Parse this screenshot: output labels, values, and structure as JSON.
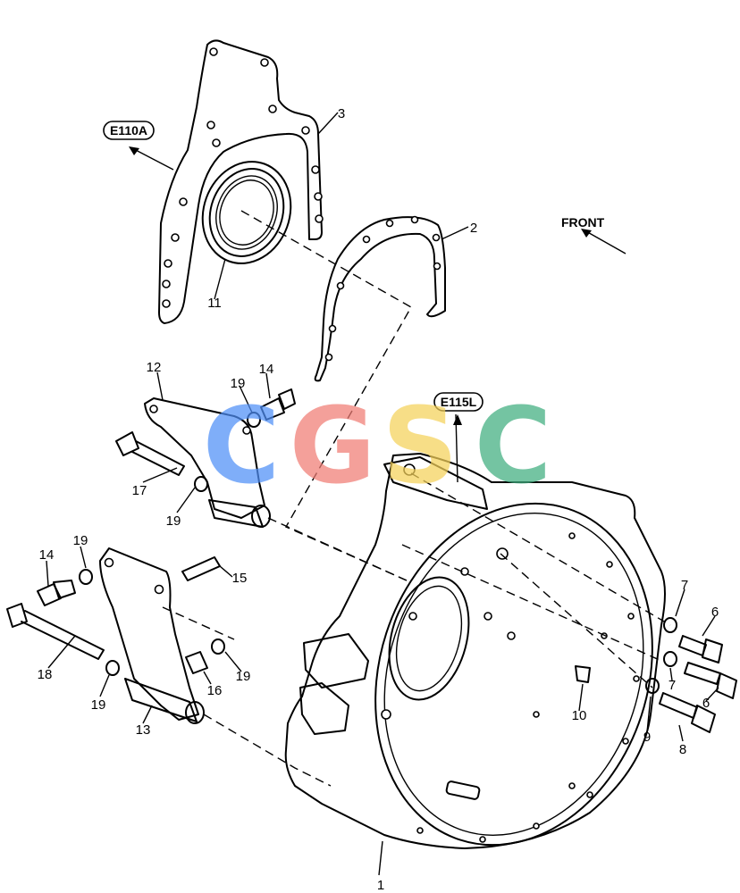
{
  "diagram": {
    "front_label": "FRONT",
    "reference_labels": [
      "E110A",
      "E115L"
    ],
    "callouts": {
      "p1": "1",
      "p2": "2",
      "p3": "3",
      "p6a": "6",
      "p6b": "6",
      "p7a": "7",
      "p7b": "7",
      "p8": "8",
      "p9": "9",
      "p10": "10",
      "p11": "11",
      "p12": "12",
      "p13": "13",
      "p14a": "14",
      "p14b": "14",
      "p15": "15",
      "p16": "16",
      "p17": "17",
      "p18": "18",
      "p19a": "19",
      "p19b": "19",
      "p19c": "19",
      "p19d": "19",
      "p19e": "19"
    }
  },
  "watermark": {
    "letters": [
      "C",
      "G",
      "S",
      "C"
    ],
    "colors": [
      "#4f8ff7",
      "#f07c74",
      "#f5d25a",
      "#3fae7f"
    ]
  }
}
